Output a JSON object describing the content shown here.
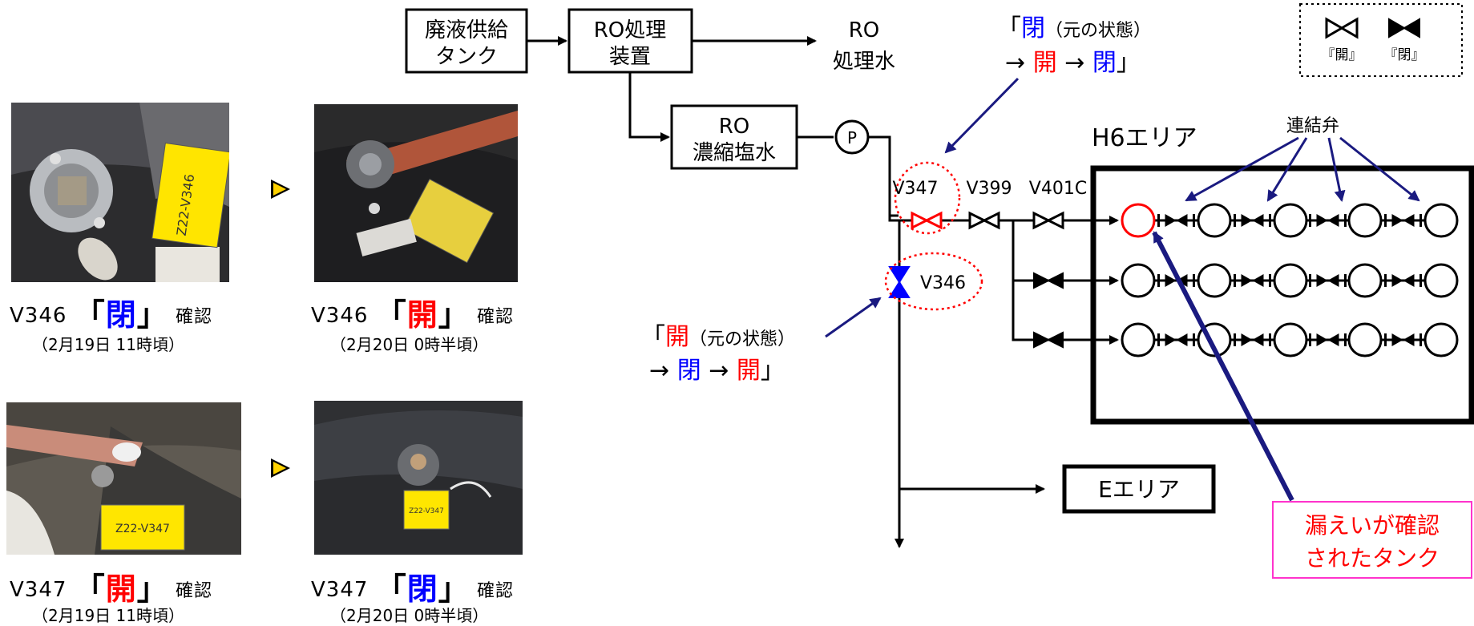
{
  "flow": {
    "waste_tank": [
      "廃液供給",
      "タンク"
    ],
    "ro_unit": [
      "RO処理",
      "装置"
    ],
    "ro_treated": [
      "RO",
      "処理水"
    ],
    "ro_brine": [
      "RO",
      "濃縮塩水"
    ],
    "pump": "P",
    "h6_area": "H6エリア",
    "e_area": "Eエリア",
    "link_valve": "連結弁"
  },
  "valves": {
    "v347": "V347",
    "v399": "V399",
    "v401c": "V401C",
    "v346": "V346"
  },
  "legend": {
    "open_label": "『開』",
    "closed_label": "『閉』"
  },
  "annotations": {
    "v347_note": {
      "line1_bracket_open": "「",
      "line1_state": "閉",
      "line1_rest": "（元の状態）",
      "line2_prefix": "→ ",
      "line2_state1": "開",
      "line2_arrow": " → ",
      "line2_state2": "閉",
      "line2_bracket_close": "」"
    },
    "v346_note": {
      "line1_bracket_open": "「",
      "line1_state": "開",
      "line1_rest": "（元の状態）",
      "line2_prefix": "→ ",
      "line2_state1": "閉",
      "line2_arrow": " → ",
      "line2_state2": "開",
      "line2_bracket_close": "」"
    },
    "leak_box": [
      "漏えいが確認",
      "されたタンク"
    ]
  },
  "photos": [
    {
      "valve": "V346",
      "state": "閉",
      "bracket_open": "「",
      "bracket_close": "」",
      "verify": "確認",
      "date": "（2月19日 11時頃）",
      "tag_lines": [
        "Z22-V346"
      ]
    },
    {
      "valve": "V346",
      "state": "開",
      "bracket_open": "「",
      "bracket_close": "」",
      "verify": "確認",
      "date": "（2月20日 0時半頃）",
      "tag_lines": []
    },
    {
      "valve": "V347",
      "state": "開",
      "bracket_open": "「",
      "bracket_close": "」",
      "verify": "確認",
      "date": "（2月19日 11時頃）",
      "tag_lines": [
        "Z22-V347"
      ]
    },
    {
      "valve": "V347",
      "state": "閉",
      "bracket_open": "「",
      "bracket_close": "」",
      "verify": "確認",
      "date": "（2月20日 0時半頃）",
      "tag_lines": [
        "Z22-V347"
      ]
    }
  ],
  "colors": {
    "open_red": "#ff0000",
    "closed_blue": "#0000ff",
    "arrow_navy": "#1a1a80",
    "leak_border": "#ff33cc",
    "leak_text": "#ff0000",
    "play_arrow_fill": "#ffd200"
  }
}
